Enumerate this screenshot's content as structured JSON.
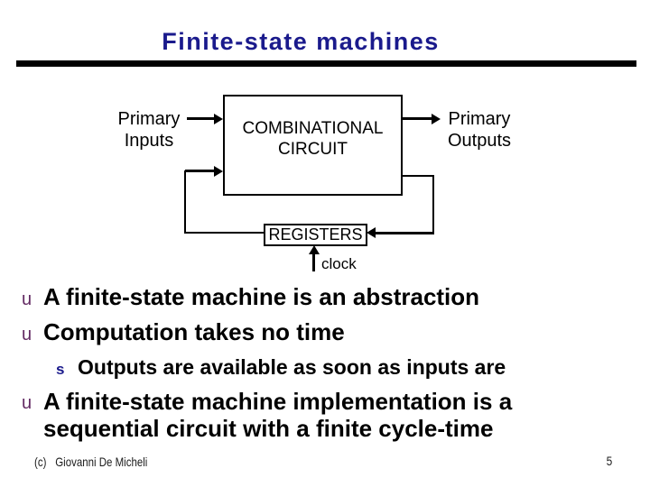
{
  "slide": {
    "title": "Finite-state machines",
    "footer": {
      "copyright": "(c)",
      "author": "Giovanni De Micheli"
    },
    "page_number": "5"
  },
  "diagram": {
    "input_label": {
      "line1": "Primary",
      "line2": "Inputs"
    },
    "output_label": {
      "line1": "Primary",
      "line2": "Outputs"
    },
    "combinational_box": {
      "line1": "COMBINATIONAL",
      "line2": "CIRCUIT"
    },
    "registers_label": "REGISTERS",
    "clock_label": "clock"
  },
  "bullets": [
    {
      "marker": "u",
      "level": 1,
      "text": "A finite-state machine is an abstraction"
    },
    {
      "marker": "u",
      "level": 1,
      "text": "Computation takes no time"
    },
    {
      "marker": "s",
      "level": 2,
      "text": "Outputs are available as soon as inputs are"
    },
    {
      "marker": "u",
      "level": 1,
      "text": "A finite-state machine implementation is a sequential circuit with a finite cycle-time"
    }
  ],
  "colors": {
    "title_color": "#1a1a8c",
    "marker_l1": "#632a63",
    "marker_l2": "#1a1a8c",
    "line_color": "#000000",
    "text_color": "#000000",
    "background": "#ffffff"
  }
}
